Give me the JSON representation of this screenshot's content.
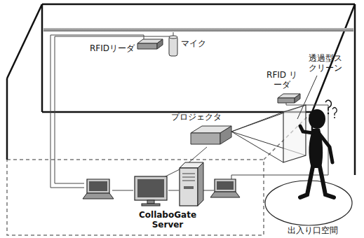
{
  "diagram": {
    "labels": [
      "RFIDリーダ",
      "マイク",
      "RFID リーダ",
      "透過型ス クリーン",
      "プロジェクタ",
      "CollaboGate Server",
      "出入り口空間"
    ]
  }
}
